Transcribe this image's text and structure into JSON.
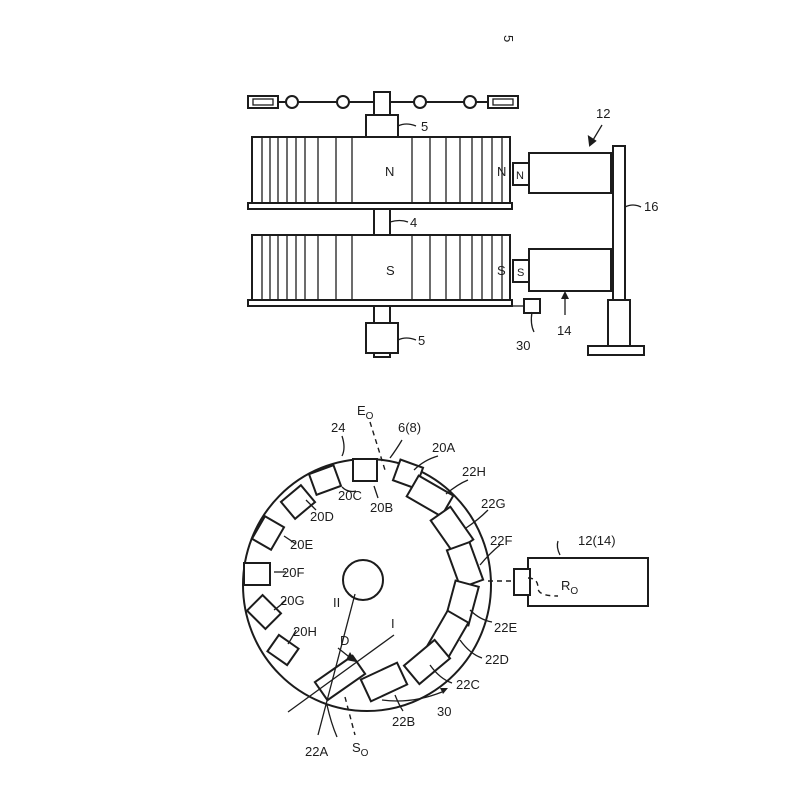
{
  "page": {
    "corner_mark": "5"
  },
  "top_view": {
    "labels": {
      "bearing_top": "5",
      "apparatus": "12",
      "stand": "16",
      "shaft": "4",
      "bearing_bottom": "5",
      "sensor": "30",
      "magnet_s_ref": "14",
      "pole_n_center": "N",
      "pole_n_right": "N",
      "pole_n_magnet": "N",
      "pole_s_center": "S",
      "pole_s_right": "S",
      "pole_s_magnet": "S"
    }
  },
  "bottom_view": {
    "labels": {
      "e0": "E0",
      "e0_base": "E",
      "e0_sub": "O",
      "disk": "24",
      "disk_ref": "6(8)",
      "m20A": "20A",
      "m22H": "22H",
      "m20C": "20C",
      "m20B": "20B",
      "m22G": "22G",
      "m20D": "20D",
      "m22F": "22F",
      "m20E": "20E",
      "m20F": "20F",
      "m20G": "20G",
      "m20H": "20H",
      "m22E": "22E",
      "m22D": "22D",
      "m22C": "22C",
      "m22B": "22B",
      "m22A": "22A",
      "sensor": "30",
      "apparatus": "12(14)",
      "r0_base": "R",
      "r0_sub": "O",
      "s0_base": "S",
      "s0_sub": "O",
      "line_I": "I",
      "line_II": "II",
      "gap_D": "D"
    }
  }
}
